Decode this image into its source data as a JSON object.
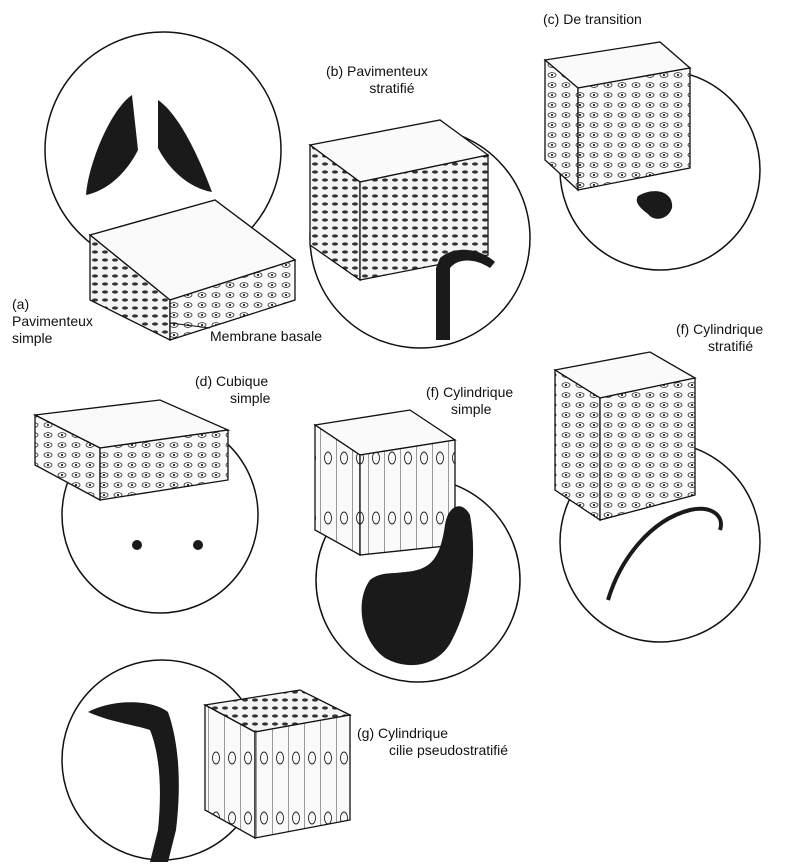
{
  "labels": {
    "a": {
      "letter": "(a)",
      "line1": "Pavimenteux",
      "line2": "simple"
    },
    "membrane": "Membrane basale",
    "b": {
      "line1": "(b) Pavimenteux",
      "line2": "stratifié"
    },
    "c": {
      "line1": "(c) De transition"
    },
    "d": {
      "line1": "(d) Cubique",
      "line2": "simple"
    },
    "f_simple": {
      "line1": "(f) Cylindrique",
      "line2": "simple"
    },
    "f_strat": {
      "line1": "(f) Cylindrique",
      "line2": "stratifié"
    },
    "g": {
      "line1": "(g) Cylindrique",
      "line2": "cilie pseudostratifié"
    }
  },
  "colors": {
    "ink": "#111111",
    "organ": "#1a1a1a",
    "paper": "#ffffff",
    "tissue": "#f2f2f2"
  }
}
